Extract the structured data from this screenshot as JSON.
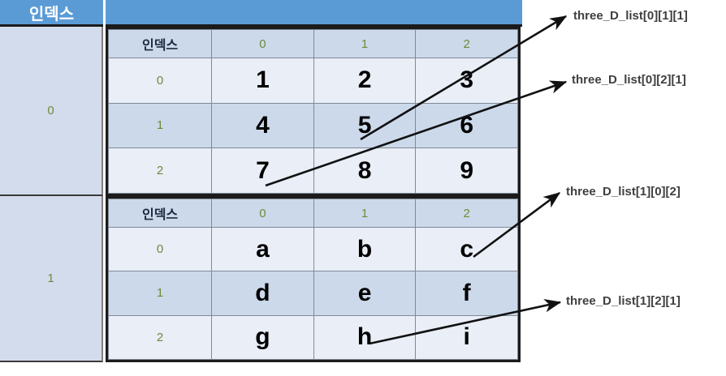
{
  "banner": {
    "index_label": "인덱스"
  },
  "outer_index": {
    "values": [
      "0",
      "1"
    ]
  },
  "inner_header": {
    "index_label": "인덱스",
    "columns": [
      "0",
      "1",
      "2"
    ]
  },
  "blocks": [
    {
      "outer_index": "0",
      "row_indices": [
        "0",
        "1",
        "2"
      ],
      "rows": [
        [
          "1",
          "2",
          "3"
        ],
        [
          "4",
          "5",
          "6"
        ],
        [
          "7",
          "8",
          "9"
        ]
      ]
    },
    {
      "outer_index": "1",
      "row_indices": [
        "0",
        "1",
        "2"
      ],
      "rows": [
        [
          "a",
          "b",
          "c"
        ],
        [
          "d",
          "e",
          "f"
        ],
        [
          "g",
          "h",
          "i"
        ]
      ]
    }
  ],
  "annotations": [
    {
      "label": "three_D_list[0][1][1]"
    },
    {
      "label": "three_D_list[0][2][1]"
    },
    {
      "label": "three_D_list[1][0][2]"
    },
    {
      "label": "three_D_list[1][2][1]"
    }
  ],
  "colors": {
    "banner_blue": "#5b9bd5",
    "row_light": "#e9eef7",
    "row_dark": "#ccd9ea",
    "outer_col": "#d2dcec",
    "index_green": "#70893a",
    "border_dark": "#1b1b1b",
    "annotation_text": "#3f3f3f"
  }
}
